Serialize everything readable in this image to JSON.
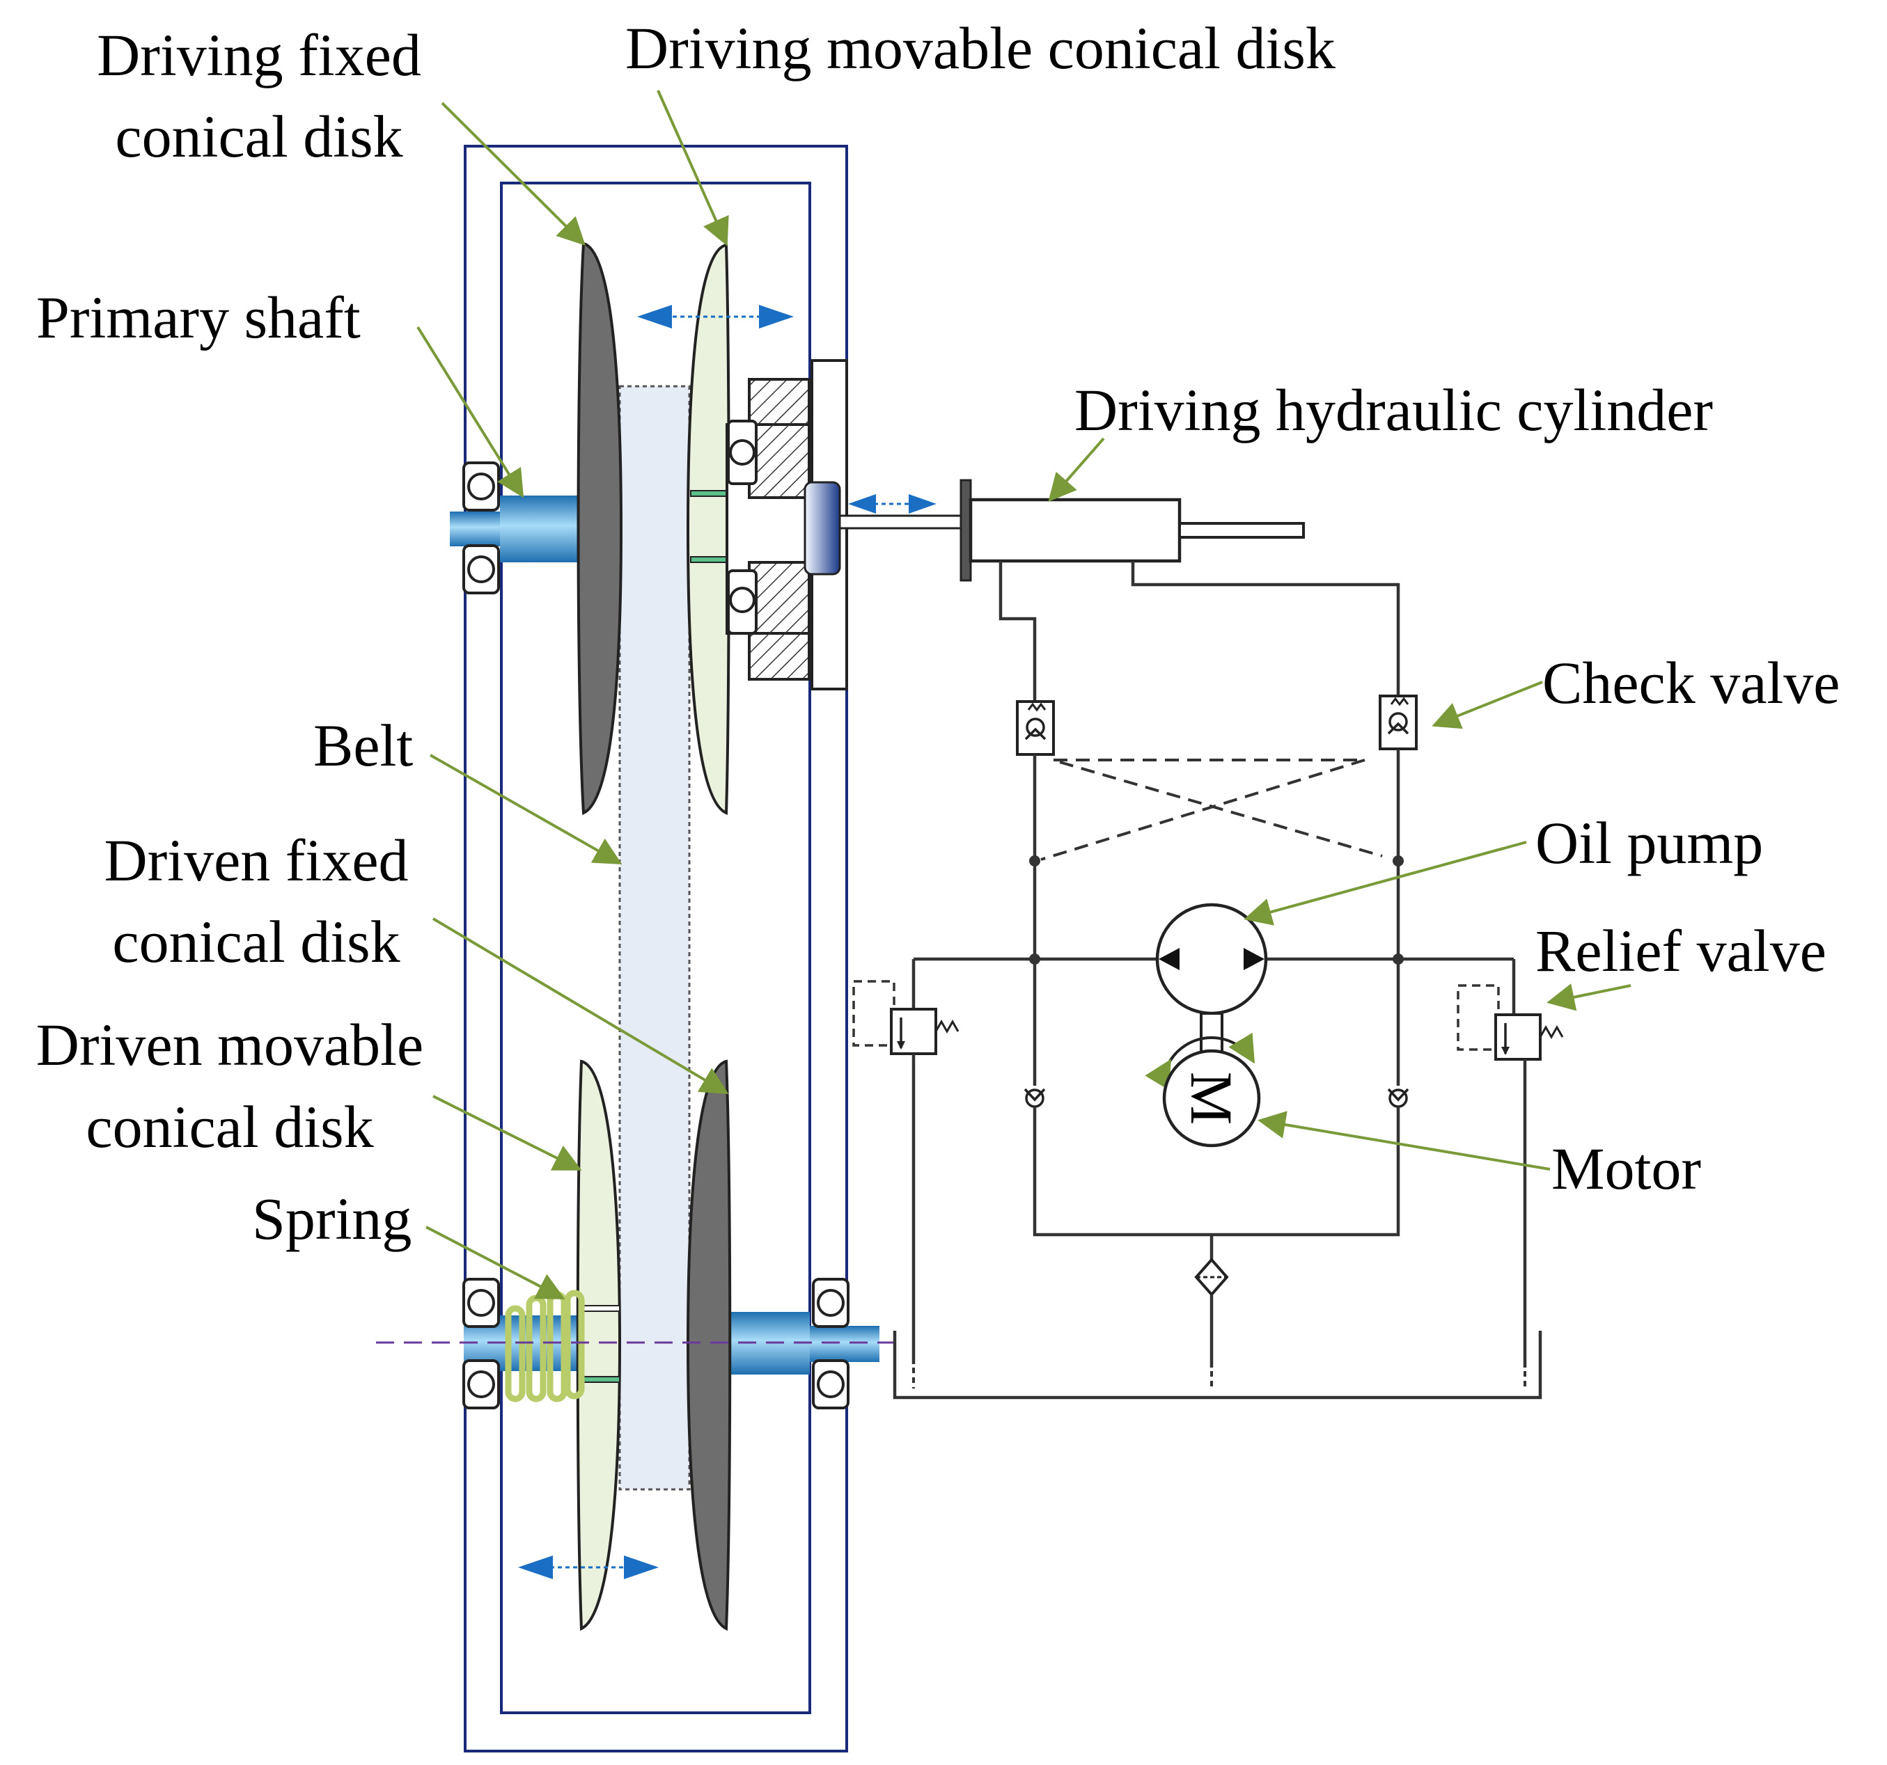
{
  "labels": {
    "driving_fixed_1": "Driving fixed",
    "driving_fixed_2": "conical disk",
    "driving_movable": "Driving movable conical disk",
    "primary_shaft": "Primary shaft",
    "driving_cylinder": "Driving hydraulic cylinder",
    "belt": "Belt",
    "check_valve": "Check valve",
    "oil_pump": "Oil pump",
    "driven_fixed_1": "Driven fixed",
    "driven_fixed_2": "conical disk",
    "relief_valve": "Relief valve",
    "driven_movable_1": "Driven movable",
    "driven_movable_2": "conical disk",
    "motor": "Motor",
    "spring": "Spring",
    "motor_symbol": "M"
  },
  "colors": {
    "frame": "#1a2a7a",
    "leader": "#7a9a3a",
    "fixed_disk": "#6e6e6e",
    "movable_disk": "#eaf2dd",
    "belt": "#e6ecf6",
    "shaft": "#3aa0dc",
    "arrow": "#1a6fc4",
    "spring": "#b8cc6a",
    "centerline": "#6a3a9a"
  }
}
